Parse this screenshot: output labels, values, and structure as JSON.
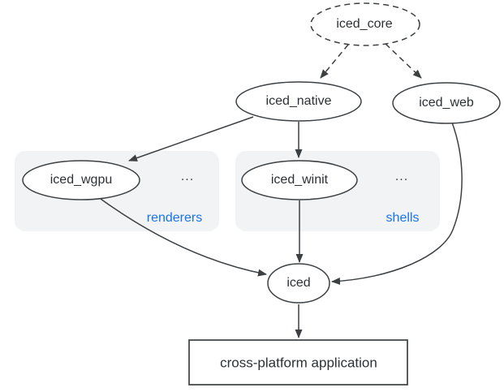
{
  "diagram": {
    "nodes": {
      "iced_core": {
        "label": "iced_core",
        "shape": "ellipse",
        "border": "dashed"
      },
      "iced_native": {
        "label": "iced_native",
        "shape": "ellipse",
        "border": "solid"
      },
      "iced_web": {
        "label": "iced_web",
        "shape": "ellipse",
        "border": "solid"
      },
      "iced_wgpu": {
        "label": "iced_wgpu",
        "shape": "ellipse",
        "border": "solid"
      },
      "iced_winit": {
        "label": "iced_winit",
        "shape": "ellipse",
        "border": "solid"
      },
      "iced": {
        "label": "iced",
        "shape": "ellipse",
        "border": "solid"
      },
      "application": {
        "label": "cross-platform application",
        "shape": "rectangle",
        "border": "solid"
      }
    },
    "groups": {
      "renderers": {
        "label": "renderers",
        "ellipsis": "...",
        "contains": [
          "iced_wgpu"
        ]
      },
      "shells": {
        "label": "shells",
        "ellipsis": "...",
        "contains": [
          "iced_winit"
        ]
      }
    },
    "edges": [
      {
        "from": "iced_core",
        "to": "iced_native",
        "style": "dashed"
      },
      {
        "from": "iced_core",
        "to": "iced_web",
        "style": "dashed"
      },
      {
        "from": "iced_native",
        "to": "iced_wgpu",
        "style": "solid"
      },
      {
        "from": "iced_native",
        "to": "iced_winit",
        "style": "solid"
      },
      {
        "from": "iced_wgpu",
        "to": "iced",
        "style": "solid"
      },
      {
        "from": "iced_winit",
        "to": "iced",
        "style": "solid"
      },
      {
        "from": "iced_web",
        "to": "iced",
        "style": "solid"
      },
      {
        "from": "iced",
        "to": "application",
        "style": "solid"
      }
    ],
    "colors": {
      "stroke": "#3c4043",
      "text": "#2d3134",
      "accent_blue": "#1a73e8",
      "group_background": "#f1f3f4",
      "node_fill": "#ffffff",
      "page_background": "#ffffff"
    }
  }
}
